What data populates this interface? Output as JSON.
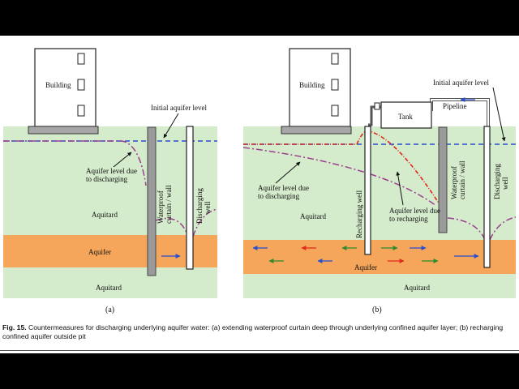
{
  "colors": {
    "aquitard": "#d4ebcc",
    "aquifer": "#f5a65a",
    "wall": "#9a9a9a",
    "initial_level": "#2a4ecb",
    "drawdown": "#9b3f8e",
    "recharge": "#e0281b"
  },
  "panel_a": {
    "building": "Building",
    "initial_level": "Initial aquifer level",
    "aquifer_level_line1": "Aquifer level due",
    "aquifer_level_line2": "to discharging",
    "curtain_line1": "Waterproof",
    "curtain_line2": "curtain / wall",
    "well_line1": "Discharging",
    "well_line2": "well",
    "aquitard_upper": "Aquitard",
    "aquifer": "Aquifer",
    "aquitard_lower": "Aquitard",
    "sub_label": "(a)"
  },
  "panel_b": {
    "building": "Building",
    "initial_level": "Initial aquifer level",
    "pipeline": "Pipeline",
    "tank": "Tank",
    "discharge_level_line1": "Aquifer level due",
    "discharge_level_line2": "to discharging",
    "recharge_level_line1": "Aquifer level due",
    "recharge_level_line2": "to recharging",
    "recharging_well": "Recharging well",
    "curtain_line1": "Waterproof",
    "curtain_line2": "curtain / wall",
    "well_line1": "Discharging",
    "well_line2": "well",
    "aquitard_upper": "Aquitard",
    "aquifer": "Aquifer",
    "aquitard_lower": "Aquitard",
    "sub_label": "(b)"
  },
  "caption": {
    "fig": "Fig. 15.",
    "text": " Countermeasures for discharging underlying aquifer water: (a) extending waterproof curtain deep through underlying confined aquifer layer; (b) recharging confined aquifer outside pit"
  }
}
